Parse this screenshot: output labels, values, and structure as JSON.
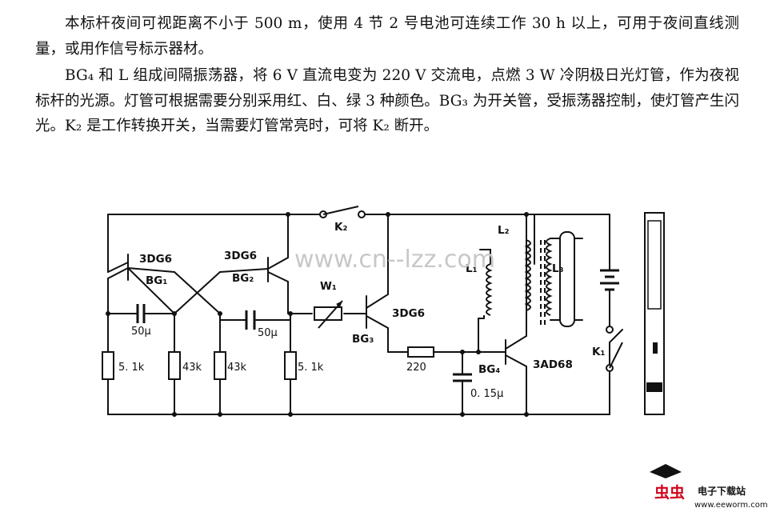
{
  "text": {
    "para1": "本标杆夜间可视距离不小于 500 m，使用 4 节 2 号电池可连续工作 30 h 以上，可用于夜间直线测量，或用作信号标示器材。",
    "para2": "BG₄ 和 L 组成间隔振荡器，将 6 V 直流电变为 220 V 交流电，点燃 3 W 冷阴极日光灯管，作为夜视标杆的光源。灯管可根据需要分别采用红、白、绿 3 种颜色。BG₃ 为开关管，受振荡器控制，使灯管产生闪光。K₂ 是工作转换开关，当需要灯管常亮时，可将 K₂ 断开。"
  },
  "circuit": {
    "labels": {
      "t1_model": "3DG6",
      "t1_name": "BG₁",
      "t2_model": "3DG6",
      "t2_name": "BG₂",
      "t3_model": "3DG6",
      "t3_name": "BG₃",
      "t4_model": "3AD68",
      "t4_name": "BG₄",
      "k2": "K₂",
      "k1": "K₁",
      "w1": "W₁",
      "c1": "50μ",
      "c2": "50μ",
      "c3": "0. 15μ",
      "r1": "5. 1k",
      "r2": "43k",
      "r3": "43k",
      "r4": "5. 1k",
      "r5": "220",
      "l1": "L₁",
      "l2": "L₂",
      "l3": "L₃"
    }
  },
  "watermark": "www.cn--lzz.com",
  "logo": {
    "name_red": "虫虫",
    "name_black": "电子下载站",
    "url": "www.eeworm.com"
  }
}
